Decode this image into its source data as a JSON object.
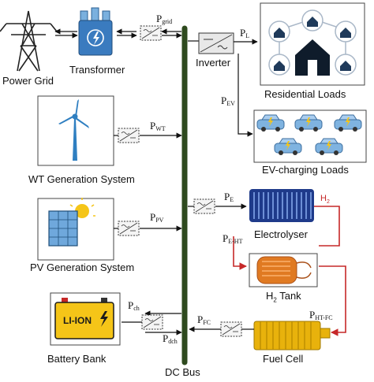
{
  "labels": {
    "power_grid": "Power Grid",
    "transformer": "Transformer",
    "inverter": "Inverter",
    "residential_loads": "Residential Loads",
    "ev_loads": "EV-charging Loads",
    "wt_system": "WT Generation System",
    "pv_system": "PV Generation System",
    "electrolyser": "Electrolyser",
    "h2_tank_main": "H",
    "h2_tank_sub": "2",
    "h2_tank_suffix": " Tank",
    "battery_bank": "Battery Bank",
    "fuel_cell": "Fuel Cell",
    "dc_bus": "DC Bus",
    "battery_text": "LI-ION"
  },
  "powers": {
    "p_grid": {
      "main": "P",
      "sub": "grid"
    },
    "p_l": {
      "main": "P",
      "sub": "L"
    },
    "p_ev": {
      "main": "P",
      "sub": "EV"
    },
    "p_wt": {
      "main": "P",
      "sub": "WT"
    },
    "p_pv": {
      "main": "P",
      "sub": "PV"
    },
    "p_e": {
      "main": "P",
      "sub": "E"
    },
    "p_e_ht": {
      "main": "P",
      "sub": "E-HT"
    },
    "p_ht_fc": {
      "main": "P",
      "sub": "HT-FC"
    },
    "p_fc": {
      "main": "P",
      "sub": "FC"
    },
    "p_ch": {
      "main": "P",
      "sub": "ch"
    },
    "p_dch": {
      "main": "P",
      "sub": "dch"
    }
  },
  "h2_label": {
    "main": "H",
    "sub": "2"
  },
  "colors": {
    "bus": "#2e4a1e",
    "hydrogen_line": "#c62828",
    "transformer": "#3a7bbf",
    "wind": "#2f7fc1",
    "house": "#1f3a5a",
    "ev": "#5b9bd5",
    "electrolyser": "#1e3a8a",
    "tank": "#e07a22",
    "fuel_cell": "#e8b20c",
    "battery": "#f5c518"
  }
}
